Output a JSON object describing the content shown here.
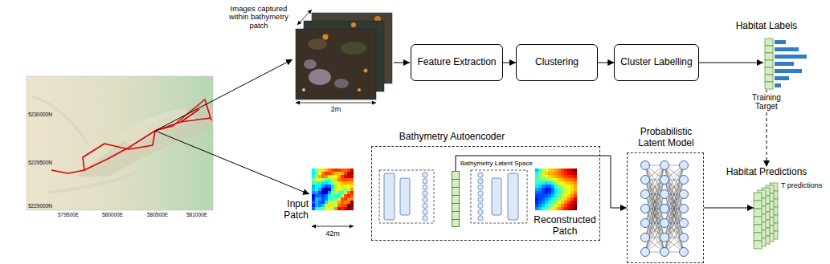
{
  "diagram": {
    "nodes": [
      {
        "text": [
          "Feature Extraction"
        ]
      },
      {
        "text": [
          "Clustering"
        ]
      },
      {
        "text": [
          "Cluster Labelling"
        ]
      },
      {
        "text": [
          "Habitat Labels"
        ]
      },
      {
        "text": [
          "Bathymetry Autoencoder"
        ]
      },
      {
        "text": [
          "Bathymetry Latent Space"
        ],
        "in": 4
      },
      {
        "text": [
          "Probabilistic Latent Model"
        ]
      },
      {
        "text": [
          "Habitat Predictions"
        ]
      }
    ],
    "edges": [
      {
        "from": 0,
        "to": 1,
        "arrow": "to"
      },
      {
        "from": 1,
        "to": 2,
        "arrow": "to"
      },
      {
        "from": 2,
        "to": 3,
        "arrow": "to"
      },
      {
        "from": 3,
        "to": 7,
        "label": "Training Target",
        "arrow": "to"
      },
      {
        "from": 5,
        "to": 6,
        "arrow": "to"
      },
      {
        "from": 6,
        "to": 7,
        "arrow": "to"
      }
    ],
    "labels": [
      "Images captured within bathymetry patch",
      "2m",
      "Input Patch",
      "42m",
      "Reconstructed Patch",
      "T predictions",
      "5230000N",
      "5229500N",
      "5229000N",
      "579500E",
      "580000E",
      "580500E",
      "581000E"
    ]
  }
}
